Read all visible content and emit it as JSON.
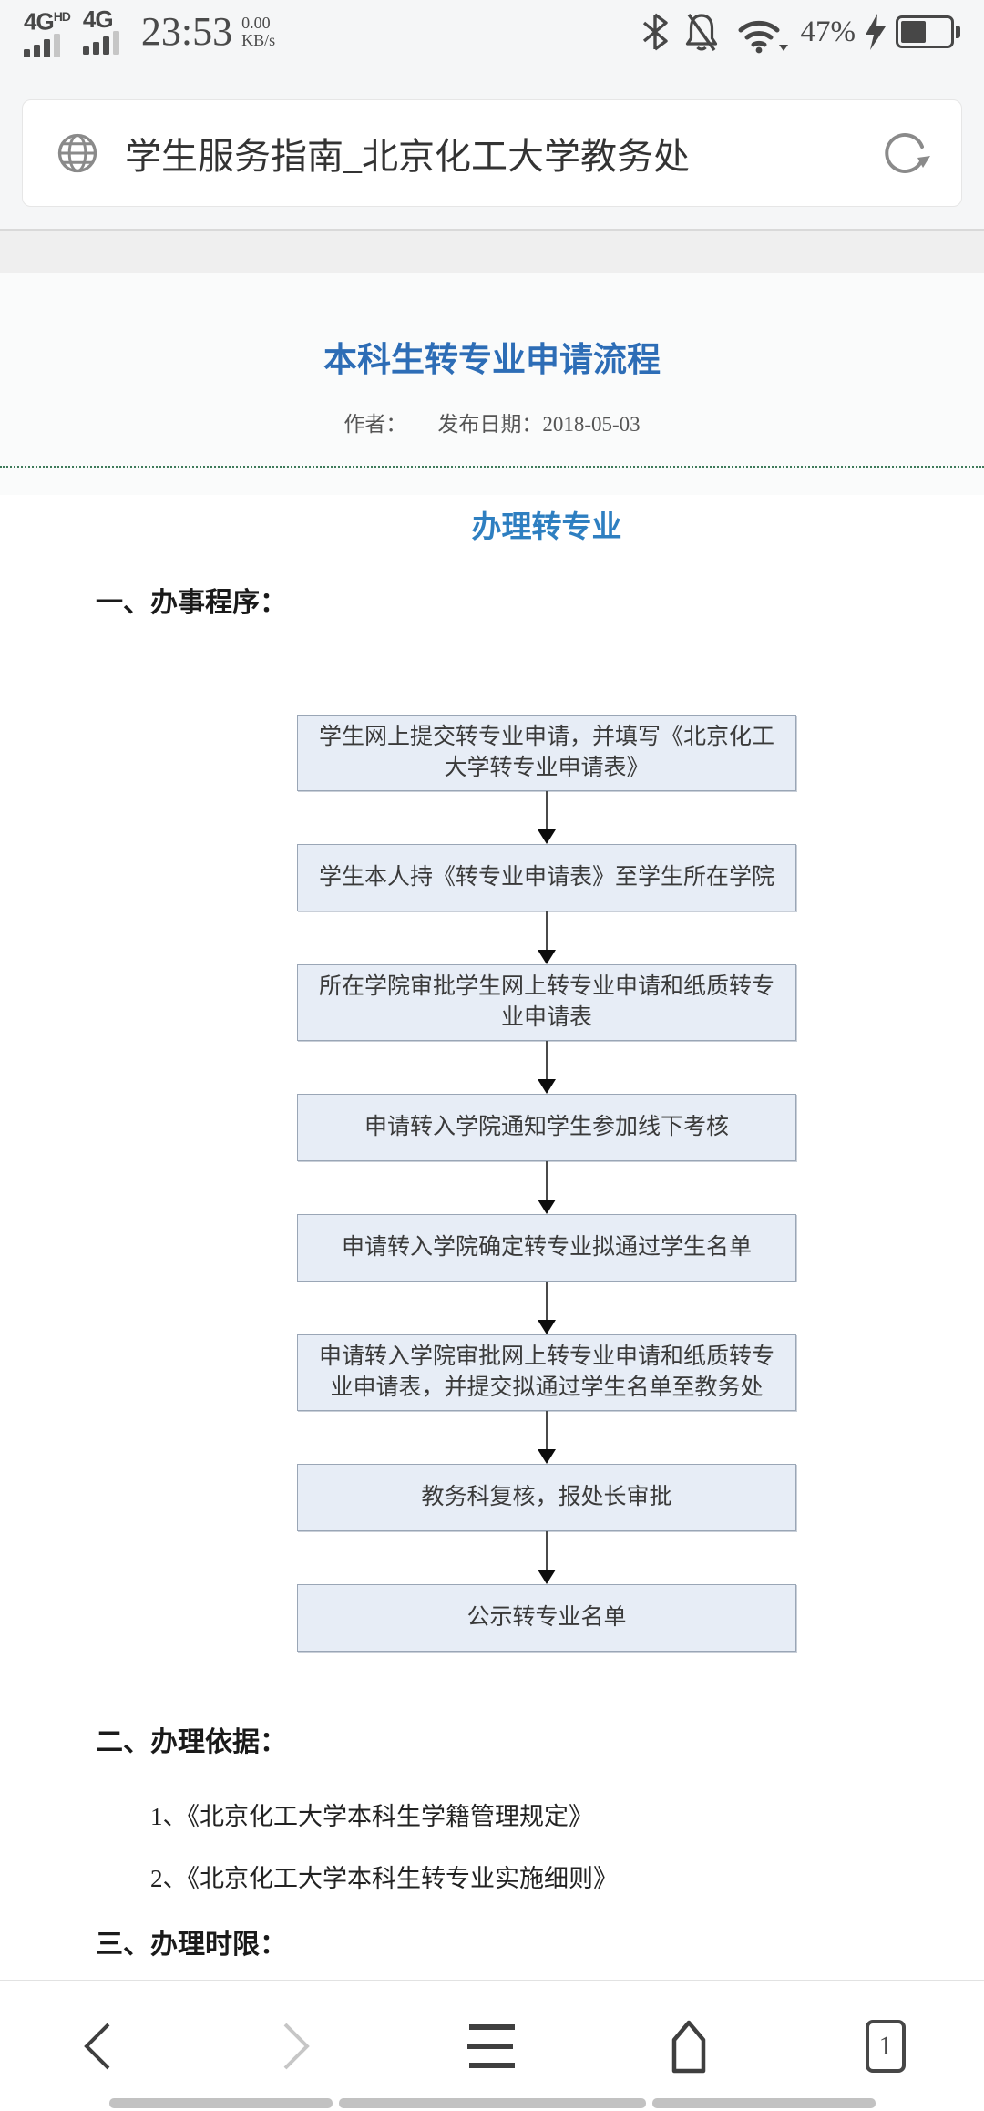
{
  "status_bar": {
    "sim1_label": "4G",
    "sim1_badge": "HD",
    "sim2_label": "4G",
    "time": "23:53",
    "net_speed_value": "0.00",
    "net_speed_unit": "KB/s",
    "battery_percent": "47%"
  },
  "url_bar": {
    "page_title": "学生服务指南_北京化工大学教务处"
  },
  "article": {
    "title": "本科生转专业申请流程",
    "author_label": "作者：",
    "date_label": "发布日期：",
    "date_value": "2018-05-03",
    "page_heading": "办理转专业",
    "section1": "一、办事程序：",
    "section2": "二、办理依据：",
    "section3": "三、办理时限：",
    "basis_items": [
      "1、《北京化工大学本科生学籍管理规定》",
      "2、《北京化工大学本科生转专业实施细则》"
    ]
  },
  "flowchart": {
    "steps": [
      "学生网上提交转专业申请，并填写《北京化工大学转专业申请表》",
      "学生本人持《转专业申请表》至学生所在学院",
      "所在学院审批学生网上转专业申请和纸质转专业申请表",
      "申请转入学院通知学生参加线下考核",
      "申请转入学院确定转专业拟通过学生名单",
      "申请转入学院审批网上转专业申请和纸质转专业申请表，并提交拟通过学生名单至教务处",
      "教务科复核，报处长审批",
      "公示转专业名单"
    ]
  },
  "nav": {
    "tab_count": "1"
  },
  "colors": {
    "title_blue": "#2d6db6",
    "heading_blue": "#2e7fc1",
    "box_fill": "#e7edf6",
    "box_border": "#9aa6b6",
    "dot_green": "#3e7a5a"
  }
}
